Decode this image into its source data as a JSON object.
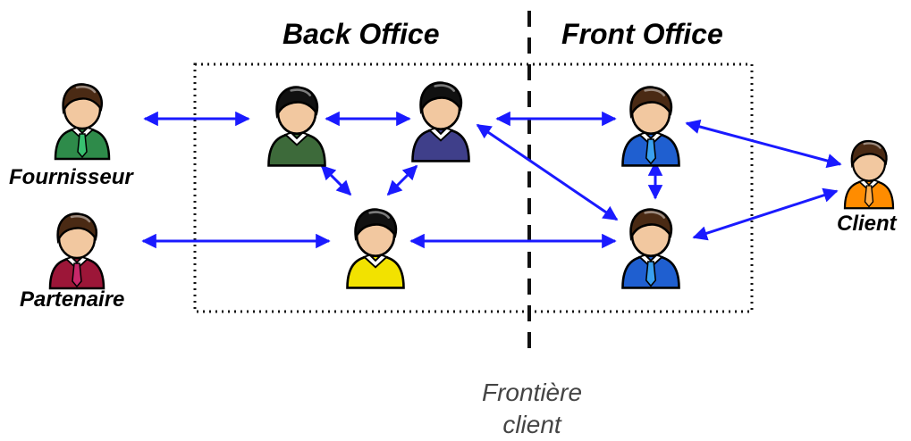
{
  "titles": {
    "back_office": "Back Office",
    "front_office": "Front Office"
  },
  "boundary": {
    "line1": "Frontière",
    "line2": "client"
  },
  "actors": [
    {
      "id": "fournisseur",
      "label": "Fournisseur",
      "shirt": "#2e8b4a",
      "tie": "#38c070",
      "hair": "#4a2a14",
      "group": "external"
    },
    {
      "id": "partenaire",
      "label": "Partenaire",
      "shirt": "#9c1638",
      "tie": "#c8286a",
      "hair": "#4a2a14",
      "group": "external"
    },
    {
      "id": "bo-1",
      "label": "",
      "shirt": "#3d6a3a",
      "tie": "",
      "hair": "#111111",
      "group": "back-office"
    },
    {
      "id": "bo-2",
      "label": "",
      "shirt": "#3f3f8a",
      "tie": "",
      "hair": "#111111",
      "group": "back-office"
    },
    {
      "id": "bo-3",
      "label": "",
      "shirt": "#f2e200",
      "tie": "",
      "hair": "#111111",
      "group": "back-office"
    },
    {
      "id": "fo-1",
      "label": "",
      "shirt": "#1f5fd0",
      "tie": "#3aa0f0",
      "hair": "#4a2a14",
      "group": "front-office"
    },
    {
      "id": "fo-2",
      "label": "",
      "shirt": "#1f5fd0",
      "tie": "#3aa0f0",
      "hair": "#4a2a14",
      "group": "front-office"
    },
    {
      "id": "client",
      "label": "Client",
      "shirt": "#ff8c00",
      "tie": "#ffb050",
      "hair": "#4a2a14",
      "group": "external"
    }
  ],
  "links": [
    {
      "from": "fournisseur",
      "to": "bo-1"
    },
    {
      "from": "bo-1",
      "to": "bo-2"
    },
    {
      "from": "bo-1",
      "to": "bo-3"
    },
    {
      "from": "bo-2",
      "to": "bo-3"
    },
    {
      "from": "partenaire",
      "to": "bo-3"
    },
    {
      "from": "bo-3",
      "to": "fo-2"
    },
    {
      "from": "bo-2",
      "to": "fo-1"
    },
    {
      "from": "bo-2",
      "to": "fo-2"
    },
    {
      "from": "fo-1",
      "to": "fo-2"
    },
    {
      "from": "fo-1",
      "to": "client"
    },
    {
      "from": "fo-2",
      "to": "client"
    }
  ],
  "colors": {
    "arrow": "#1a1aff",
    "skin": "#f2c8a0",
    "outline": "#000000"
  }
}
